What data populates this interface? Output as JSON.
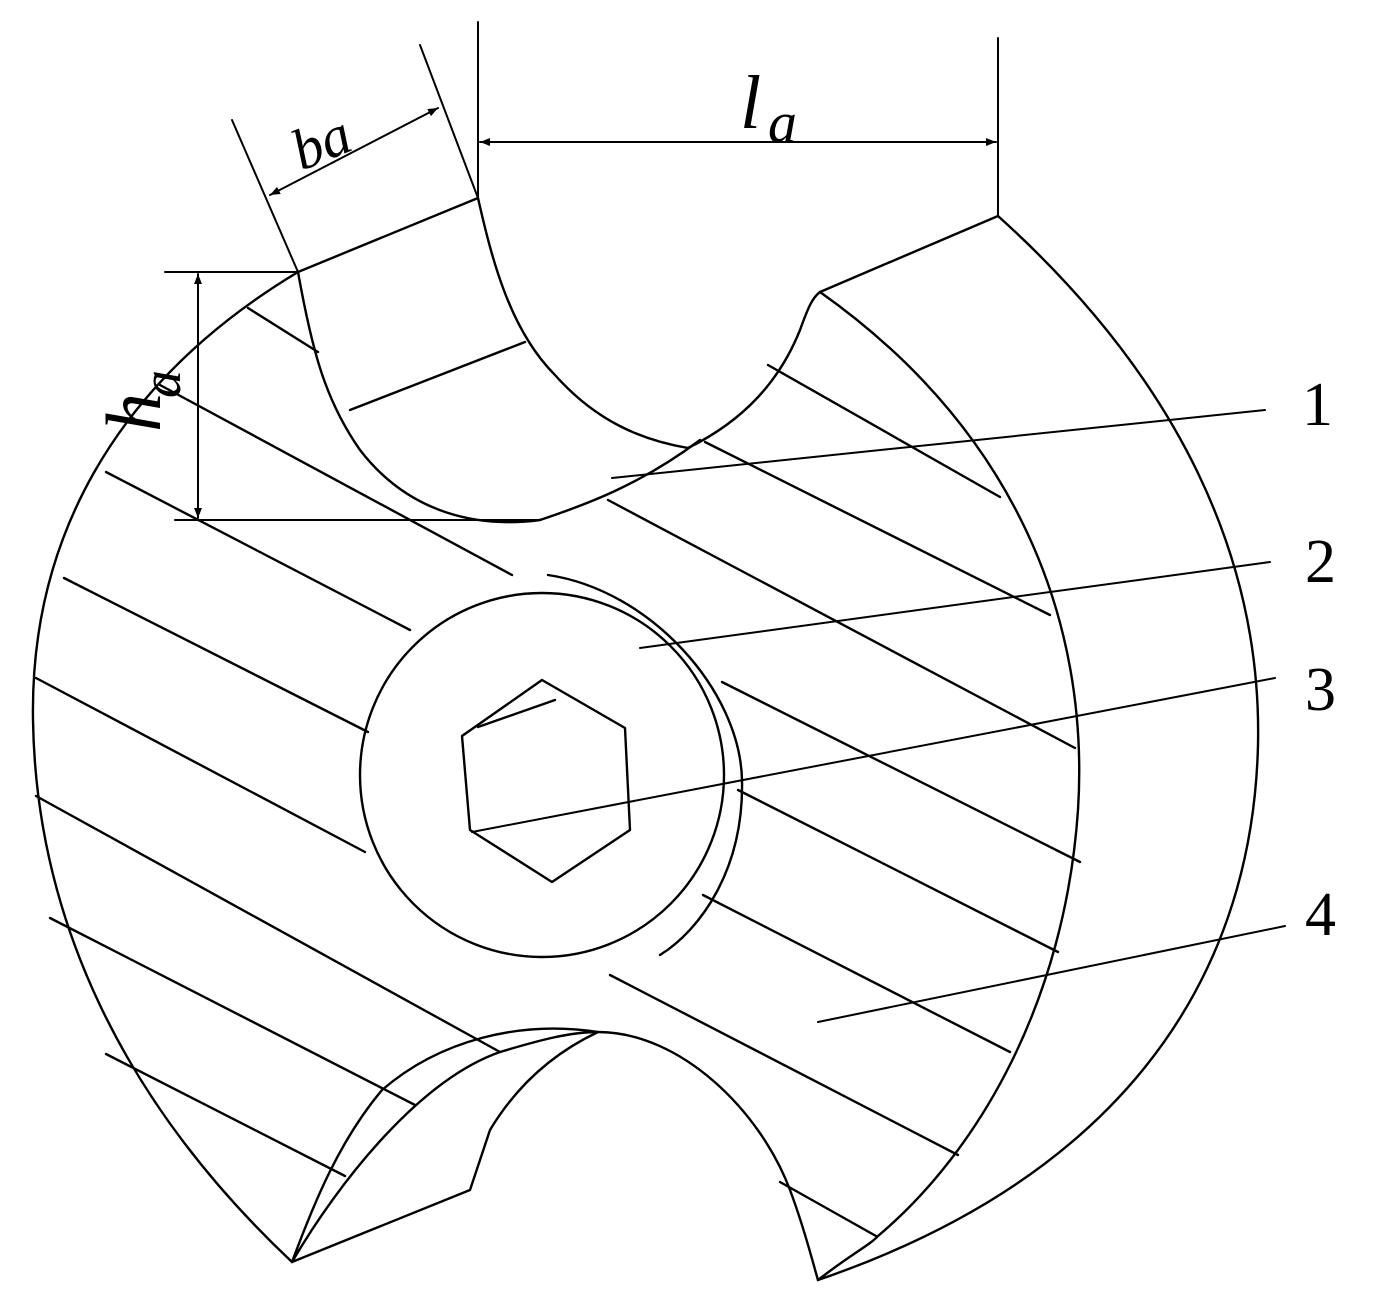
{
  "dimensions": {
    "ba": "ba",
    "la_main": "l",
    "la_sub": "a",
    "ha_main": "h",
    "ha_sub": "a"
  },
  "callouts": [
    "1",
    "2",
    "3",
    "4"
  ],
  "colors": {
    "line": "#000000",
    "background": "#ffffff"
  }
}
